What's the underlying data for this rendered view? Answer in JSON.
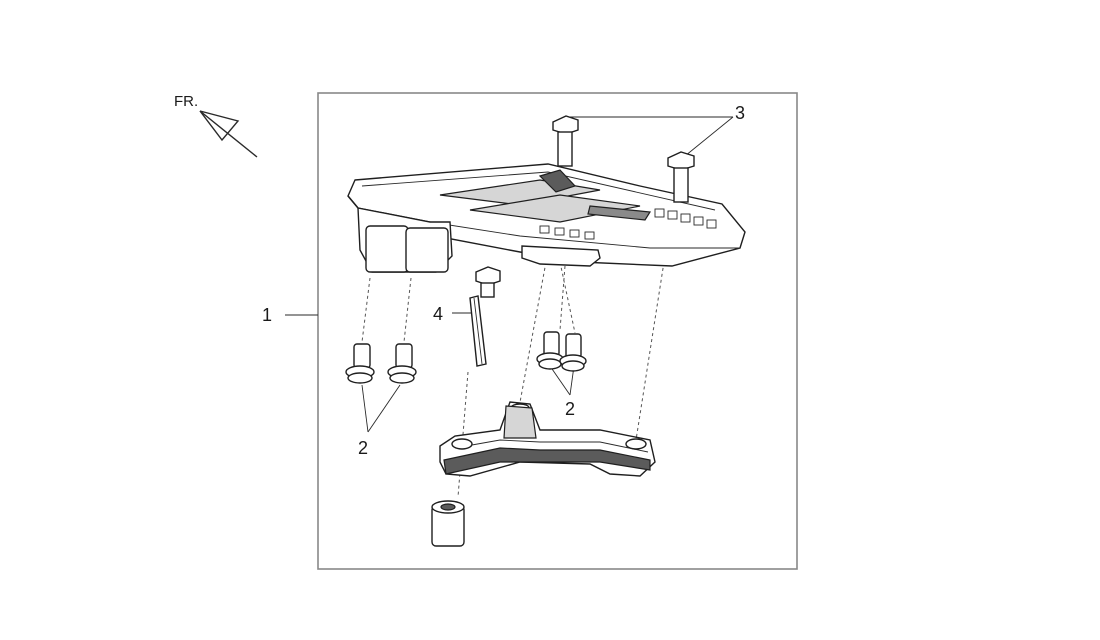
{
  "orientation": {
    "label": "FR."
  },
  "callouts": {
    "part_1": "1",
    "part_2_left": "2",
    "part_2_right": "2",
    "part_3": "3",
    "part_4": "4"
  }
}
